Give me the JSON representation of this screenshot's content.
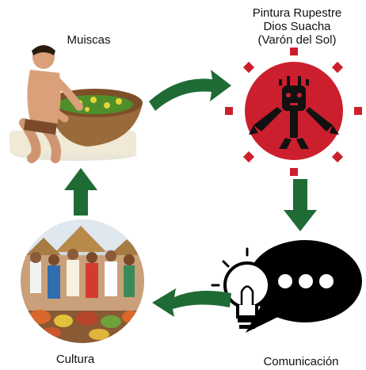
{
  "nodes": {
    "muiscas": {
      "label": "Muiscas"
    },
    "pintura": {
      "lines": [
        "Pintura Rupestre",
        "Dios Suacha",
        "(Varón del Sol)"
      ]
    },
    "comunicacion": {
      "label": "Comunicación"
    },
    "cultura": {
      "label": "Cultura"
    }
  },
  "colors": {
    "arrow": "#1f6b35",
    "sun": "#cc1f2e",
    "bubble": "#000000",
    "figure": "#111111"
  },
  "icons": [
    "muisca-person-icon",
    "sun-petroglyph-icon",
    "speech-bubble-icon",
    "lightbulb-icon",
    "market-scene-icon"
  ]
}
